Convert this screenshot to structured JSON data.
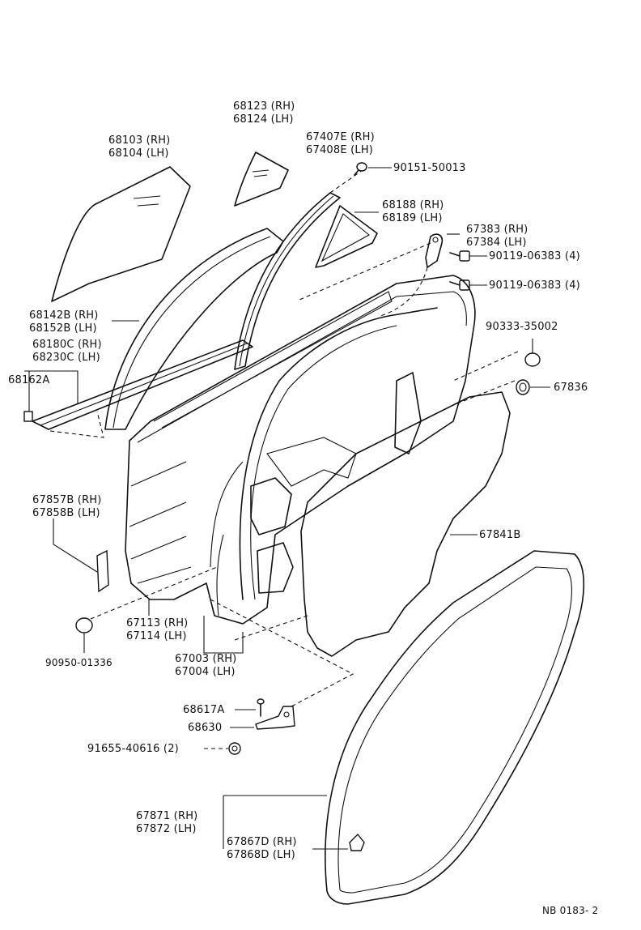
{
  "diagram_id": "NB 0183- 2",
  "labels": {
    "glass_front": [
      "68103 (RH)",
      "68104 (LH)"
    ],
    "quarter_glass": [
      "68123 (RH)",
      "68124 (LH)"
    ],
    "frame": [
      "67407E (RH)",
      "67408E (LH)"
    ],
    "screw": "90151-50013",
    "quarter_weather": [
      "68188 (RH)",
      "68189 (LH)"
    ],
    "bracket": [
      "67383 (RH)",
      "67384 (LH)"
    ],
    "bolt1": "90119-06383 (4)",
    "bolt2": "90119-06383 (4)",
    "run": [
      "68142B (RH)",
      "68152B (LH)"
    ],
    "belt": [
      "68180C (RH)",
      "68230C (LH)"
    ],
    "clip": "68162A",
    "hole_plug": "90333-35002",
    "grommet": "67836",
    "service_cover": "67841B",
    "cover_strip": [
      "67857B (RH)",
      "67858B (LH)"
    ],
    "panel_sub": [
      "67113 (RH)",
      "67114 (LH)"
    ],
    "plug": "90950-01336",
    "door_panel": [
      "67003 (RH)",
      "67004 (LH)"
    ],
    "stopper_pin": "68617A",
    "check": "68630",
    "nut": "91655-40616 (2)",
    "weatherstrip": [
      "67871 (RH)",
      "67872 (LH)"
    ],
    "ws_clip": [
      "67867D (RH)",
      "67868D (LH)"
    ]
  }
}
